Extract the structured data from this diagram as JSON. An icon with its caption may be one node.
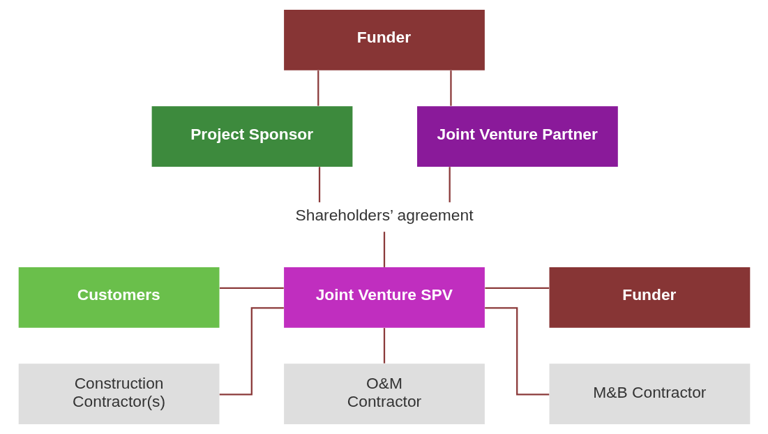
{
  "diagram": {
    "nodes": [
      {
        "text": [
          "Funder"
        ]
      },
      {
        "text": [
          "Project Sponsor"
        ]
      },
      {
        "text": [
          "Joint Venture Partner"
        ]
      },
      {
        "text": [
          "Shareholders’ agreement"
        ]
      },
      {
        "text": [
          "Customers"
        ]
      },
      {
        "text": [
          "Joint Venture SPV"
        ]
      },
      {
        "text": [
          "Funder"
        ]
      },
      {
        "text": [
          "Construction Contractor(s)"
        ]
      },
      {
        "text": [
          "O&M Contractor"
        ]
      },
      {
        "text": [
          "M&B Contractor"
        ]
      }
    ],
    "edges": [
      {
        "from": 0,
        "to": 1,
        "arrow": "none"
      },
      {
        "from": 0,
        "to": 2,
        "arrow": "none"
      },
      {
        "from": 1,
        "to": 3,
        "arrow": "none"
      },
      {
        "from": 2,
        "to": 3,
        "arrow": "none"
      },
      {
        "from": 3,
        "to": 5,
        "arrow": "none"
      },
      {
        "from": 4,
        "to": 5,
        "arrow": "none"
      },
      {
        "from": 5,
        "to": 6,
        "arrow": "none"
      },
      {
        "from": 5,
        "to": 7,
        "arrow": "none"
      },
      {
        "from": 5,
        "to": 8,
        "arrow": "none"
      },
      {
        "from": 5,
        "to": 9,
        "arrow": "none"
      }
    ]
  }
}
